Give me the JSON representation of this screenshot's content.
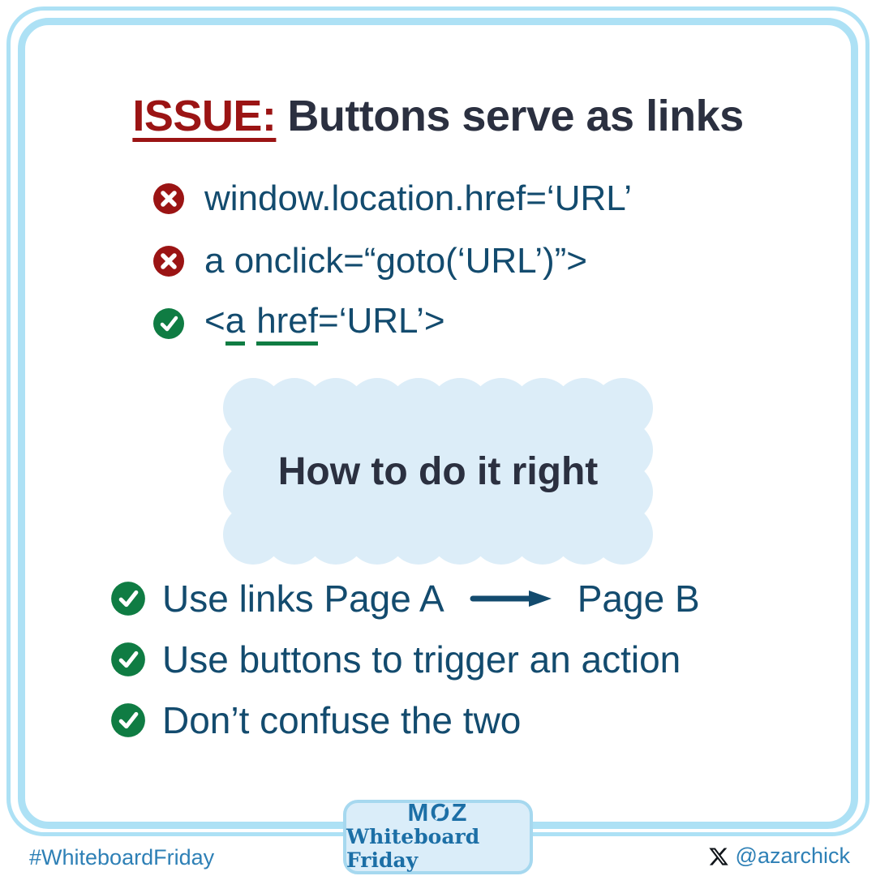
{
  "colors": {
    "frame_blue": "#ADE1F5",
    "dark_teal": "#134B6E",
    "charcoal": "#2B3040",
    "issue_red": "#9B1414",
    "check_green": "#0F7C43",
    "cloud_blue": "#DCEDF8",
    "footer_blue": "#2E80B6",
    "badge_bg": "#DAEDF9",
    "badge_border": "#A6D8EF",
    "badge_blue": "#1C6FA6",
    "x_logo_black": "#0F1419"
  },
  "title": {
    "issue_label": "ISSUE:",
    "text": "Buttons serve as links"
  },
  "code_list": {
    "items": [
      {
        "icon": "x-circle-icon",
        "text": "window.location.href=‘URL’"
      },
      {
        "icon": "x-circle-icon",
        "text": "a onclick=“goto(‘URL’)”>"
      },
      {
        "icon": "check-circle-icon",
        "parts": {
          "pre": "<",
          "anchor": "a",
          "attr": "href",
          "post": "=‘URL’>"
        }
      }
    ]
  },
  "cloud": {
    "heading": "How to do it right"
  },
  "checklist": {
    "items": [
      {
        "icon": "check-circle-icon",
        "text_before": "Use links Page A",
        "arrow": "right-arrow-icon",
        "text_after": "Page B"
      },
      {
        "icon": "check-circle-icon",
        "text": "Use buttons to trigger an action"
      },
      {
        "icon": "check-circle-icon",
        "text": "Don’t confuse the two"
      }
    ]
  },
  "badge": {
    "moz_letters": {
      "m": "M",
      "o": "O",
      "z": "Z"
    },
    "subtitle": "Whiteboard Friday"
  },
  "footer": {
    "hashtag": "#WhiteboardFriday",
    "handle": "@azarchick"
  }
}
